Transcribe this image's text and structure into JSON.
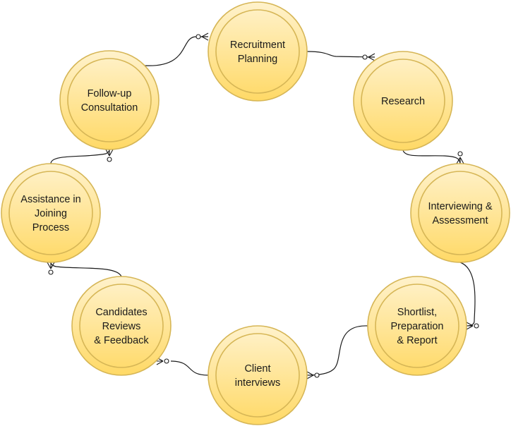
{
  "diagram": {
    "nodes": [
      {
        "id": "recruitment-planning",
        "lines": [
          "Recruitment",
          "Planning"
        ]
      },
      {
        "id": "research",
        "lines": [
          "Research"
        ]
      },
      {
        "id": "interviewing-assessment",
        "lines": [
          "Interviewing &",
          "Assessment"
        ]
      },
      {
        "id": "shortlist-preparation-report",
        "lines": [
          "Shortlist,",
          "Preparation",
          "& Report"
        ]
      },
      {
        "id": "client-interviews",
        "lines": [
          "Client",
          "interviews"
        ]
      },
      {
        "id": "candidates-reviews-feedback",
        "lines": [
          "Candidates",
          "Reviews",
          "& Feedback"
        ]
      },
      {
        "id": "assistance-joining-process",
        "lines": [
          "Assistance in",
          "Joining",
          "Process"
        ]
      },
      {
        "id": "follow-up-consultation",
        "lines": [
          "Follow-up",
          "Consultation"
        ]
      }
    ],
    "edges": [
      {
        "from": "recruitment-planning",
        "to": "research"
      },
      {
        "from": "research",
        "to": "interviewing-assessment"
      },
      {
        "from": "interviewing-assessment",
        "to": "shortlist-preparation-report"
      },
      {
        "from": "shortlist-preparation-report",
        "to": "client-interviews"
      },
      {
        "from": "client-interviews",
        "to": "candidates-reviews-feedback"
      },
      {
        "from": "candidates-reviews-feedback",
        "to": "assistance-joining-process"
      },
      {
        "from": "assistance-joining-process",
        "to": "follow-up-consultation"
      },
      {
        "from": "follow-up-consultation",
        "to": "recruitment-planning"
      }
    ],
    "colors": {
      "node_fill_top": "#fff2cc",
      "node_fill_bottom": "#ffd966",
      "node_stroke": "#d6b656",
      "connector": "#1a1a1a"
    }
  }
}
